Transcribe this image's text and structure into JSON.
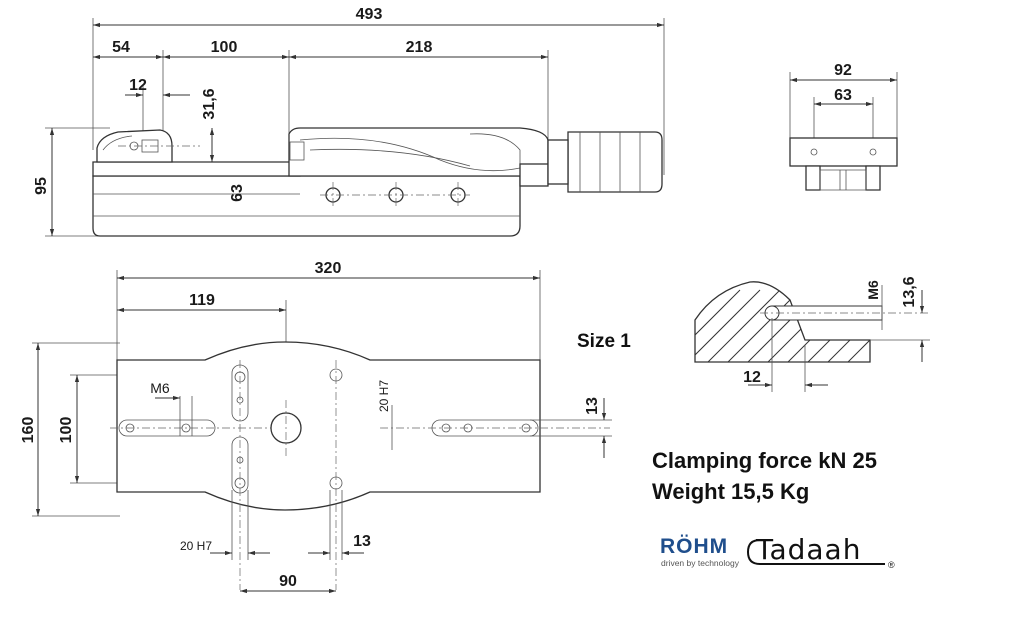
{
  "dimensions": {
    "side_view": {
      "overall_length": "493",
      "offset_front": "54",
      "jaw_width": "100",
      "spindle_length": "218",
      "screw_offset": "12",
      "jaw_height": "31,6",
      "overall_height": "95",
      "base_height": "63"
    },
    "end_view": {
      "width": "92",
      "hole_spacing": "63"
    },
    "plan_view": {
      "base_length": "320",
      "center_distance": "119",
      "thread": "M6",
      "base_width": "160",
      "hole_spacing_vertical": "100",
      "bore_fit_vertical": "20 H7",
      "slot_width_right": "13",
      "bore_fit_horizontal": "20 H7",
      "slot_width_bottom": "13",
      "hole_spacing_horizontal": "90"
    },
    "detail_view": {
      "thread": "M6",
      "height": "13,6",
      "depth": "12"
    }
  },
  "size_label": "Size 1",
  "specs": {
    "clamping_force": "Clamping force kN 25",
    "weight": "Weight 15,5 Kg"
  },
  "logos": {
    "rohm": {
      "name": "RÖHM",
      "tagline": "driven by technology",
      "color": "#1f4e8c"
    },
    "tadaah": {
      "name": "Tadaah",
      "mark": "®"
    }
  },
  "colors": {
    "line": "#333333",
    "text": "#1a1a1a",
    "brand_blue": "#1f4e8c"
  }
}
